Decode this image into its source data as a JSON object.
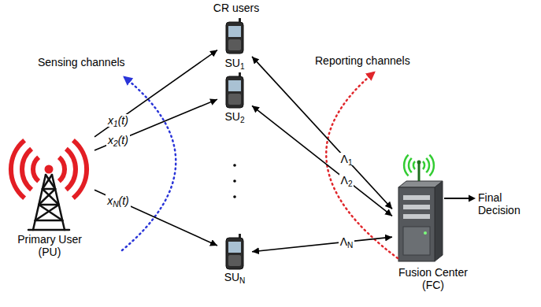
{
  "diagram": {
    "nodes": [
      {
        "text": [
          "Primary User (PU)"
        ]
      },
      {
        "text": [
          "SU1"
        ]
      },
      {
        "text": [
          "SU2"
        ]
      },
      {
        "text": [
          "SUN"
        ]
      },
      {
        "text": [
          "Fusion Center (FC)"
        ]
      }
    ],
    "edges": [
      {
        "from": 0,
        "to": 1,
        "arrow": "to",
        "label": "x1(t)"
      },
      {
        "from": 0,
        "to": 2,
        "arrow": "to",
        "label": "x2(t)"
      },
      {
        "from": 0,
        "to": 3,
        "arrow": "to",
        "label": "xN(t)"
      },
      {
        "from": 1,
        "to": 4,
        "arrow": "both",
        "label": "Λ1"
      },
      {
        "from": 2,
        "to": 4,
        "arrow": "both",
        "label": "Λ2"
      },
      {
        "from": 3,
        "to": 4,
        "arrow": "both",
        "label": "ΛN"
      }
    ],
    "labels": [
      "CR users",
      "Sensing channels",
      "Reporting channels",
      "Final Decision"
    ]
  }
}
